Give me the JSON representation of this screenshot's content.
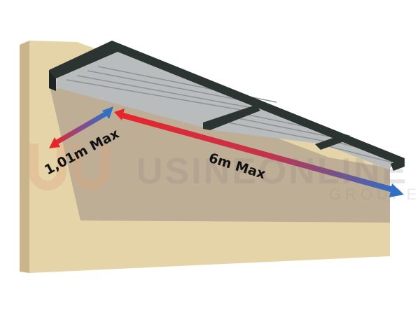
{
  "dimensions": {
    "depth_label": "1,01m Max",
    "length_label": "6m Max"
  },
  "watermark": {
    "brand": "USINEONLINE",
    "sub": "GROUPE"
  },
  "colors": {
    "wall": "#e6d4a9",
    "wall_side": "#c9b48c",
    "shadow": "#bfae96",
    "frame": "#2c3432",
    "slats": "#b9bcbd",
    "arrow_start": "#e8262a",
    "arrow_end": "#2f6fc4"
  }
}
